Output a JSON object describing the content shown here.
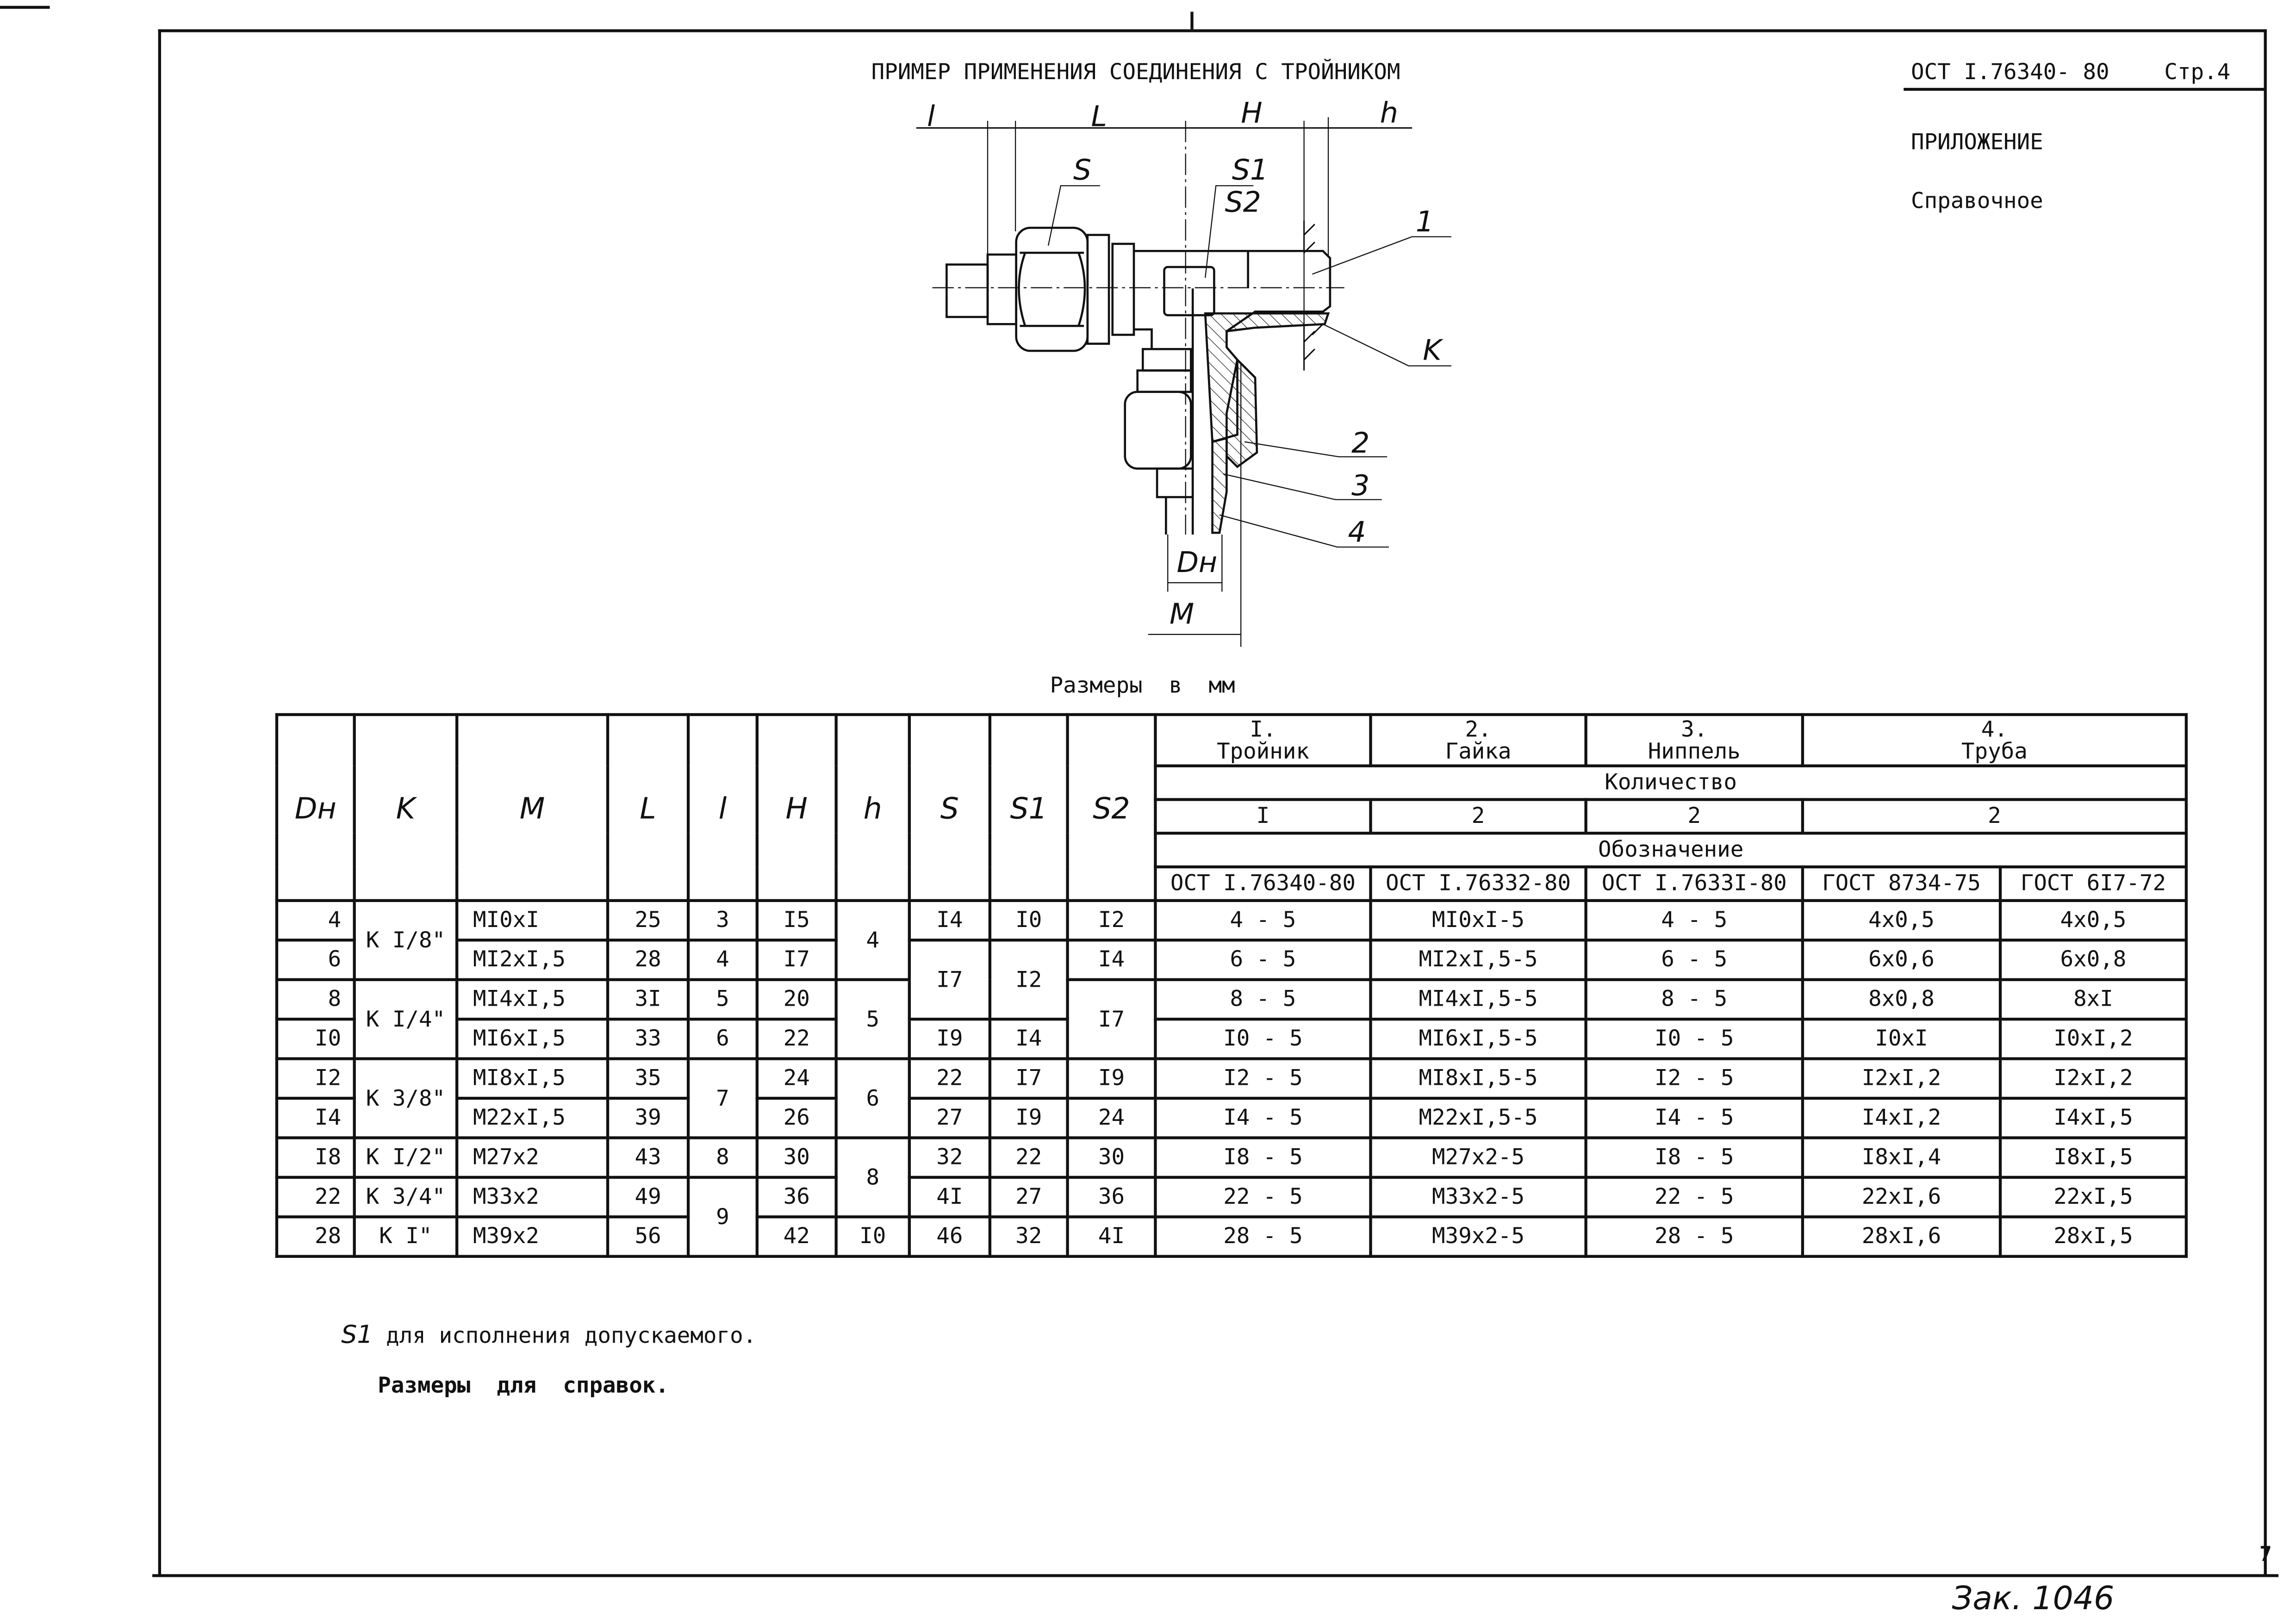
{
  "header": {
    "title": "ПРИМЕР ПРИМЕНЕНИЯ СОЕДИНЕНИЯ С ТРОЙНИКОМ",
    "doc_code": "ОСТ I.76340- 80",
    "page": "Стр.4",
    "appendix": "ПРИЛОЖЕНИЕ",
    "appendix_type": "Справочное"
  },
  "drawing": {
    "dims": {
      "l": "l",
      "L": "L",
      "H": "H",
      "h": "h",
      "Dn": "Dн",
      "M": "M"
    },
    "labels": {
      "S": "S",
      "S1": "S1",
      "S2": "S2",
      "p1": "1",
      "K": "K",
      "p2": "2",
      "p3": "3",
      "p4": "4"
    }
  },
  "units_caption": "Размеры  в  мм",
  "table": {
    "left_headers": [
      "Dн",
      "K",
      "M",
      "L",
      "l",
      "H",
      "h",
      "S",
      "S1",
      "S2"
    ],
    "parts": [
      {
        "num": "I.",
        "name": "Тройник"
      },
      {
        "num": "2.",
        "name": "Гайка"
      },
      {
        "num": "3.",
        "name": "Ниппель"
      },
      {
        "num": "4.",
        "name": "Труба"
      }
    ],
    "quantity_label": "Количество",
    "quantities": [
      "I",
      "2",
      "2",
      "2"
    ],
    "designation_label": "Обозначение",
    "standards": [
      "ОСТ I.76340-80",
      "ОСТ I.76332-80",
      "ОСТ I.7633I-80",
      "ГОСТ 8734-75",
      "ГОСТ 6I7-72"
    ],
    "rows": [
      {
        "left": [
          "4",
          "К I/8\"",
          "MI0xI",
          "25",
          "3",
          "I5",
          "4",
          "I4",
          "I0",
          "I2"
        ],
        "right": [
          "4 - 5",
          "MI0xI-5",
          "4 - 5",
          "4x0,5",
          "4x0,5"
        ]
      },
      {
        "left": [
          "6",
          null,
          "MI2xI,5",
          "28",
          "4",
          "I7",
          null,
          "I7",
          "I2",
          "I4"
        ],
        "right": [
          "6 - 5",
          "MI2xI,5-5",
          "6 - 5",
          "6x0,6",
          "6x0,8"
        ]
      },
      {
        "left": [
          "8",
          "К I/4\"",
          "MI4xI,5",
          "3I",
          "5",
          "20",
          "5",
          null,
          null,
          "I7"
        ],
        "right": [
          "8 - 5",
          "MI4xI,5-5",
          "8 - 5",
          "8x0,8",
          "8xI"
        ]
      },
      {
        "left": [
          "I0",
          null,
          "MI6xI,5",
          "33",
          "6",
          "22",
          null,
          "I9",
          "I4",
          null
        ],
        "right": [
          "I0 - 5",
          "MI6xI,5-5",
          "I0 - 5",
          "I0xI",
          "I0xI,2"
        ]
      },
      {
        "left": [
          "I2",
          "К 3/8\"",
          "MI8xI,5",
          "35",
          "7",
          "24",
          "6",
          "22",
          "I7",
          "I9"
        ],
        "right": [
          "I2 - 5",
          "MI8xI,5-5",
          "I2 - 5",
          "I2xI,2",
          "I2xI,2"
        ]
      },
      {
        "left": [
          "I4",
          null,
          "M22xI,5",
          "39",
          null,
          "26",
          null,
          "27",
          "I9",
          "24"
        ],
        "right": [
          "I4 - 5",
          "M22xI,5-5",
          "I4 - 5",
          "I4xI,2",
          "I4xI,5"
        ]
      },
      {
        "left": [
          "I8",
          "К I/2\"",
          "M27x2",
          "43",
          "8",
          "30",
          "8",
          "32",
          "22",
          "30"
        ],
        "right": [
          "I8 - 5",
          "M27x2-5",
          "I8 - 5",
          "I8xI,4",
          "I8xI,5"
        ]
      },
      {
        "left": [
          "22",
          "К 3/4\"",
          "M33x2",
          "49",
          "9",
          "36",
          null,
          "4I",
          "27",
          "36"
        ],
        "right": [
          "22 - 5",
          "M33x2-5",
          "22 - 5",
          "22xI,6",
          "22xI,5"
        ]
      },
      {
        "left": [
          "28",
          "К I\"",
          "M39x2",
          "56",
          null,
          "42",
          "I0",
          "46",
          "32",
          "4I"
        ],
        "right": [
          "28 - 5",
          "M39x2-5",
          "28 - 5",
          "28xI,6",
          "28xI,5"
        ]
      }
    ]
  },
  "notes": {
    "s1_symbol": "S1",
    "s1_note": "для исполнения допускаемого.",
    "reference": "Размеры  для  справок."
  },
  "footer": {
    "sheet_number": "7",
    "order": "Зак. 1046"
  }
}
